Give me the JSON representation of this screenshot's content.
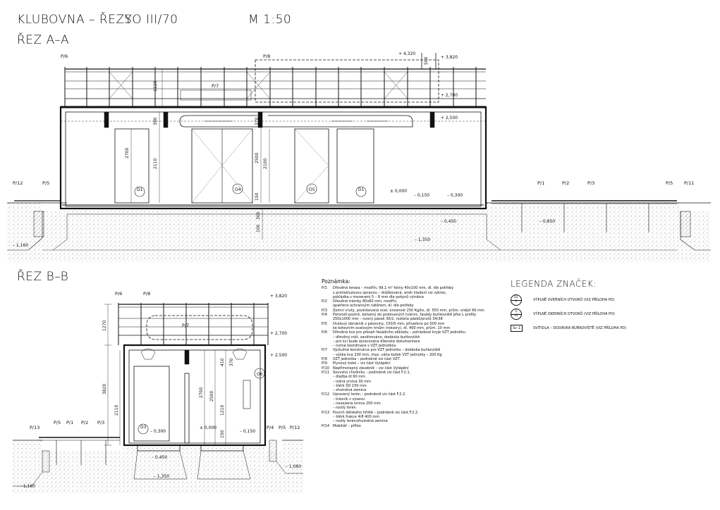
{
  "header": {
    "title": "KLUBOVNA – ŘEZY",
    "so": "SO III/70",
    "scale": "M 1:50"
  },
  "section_aa": {
    "title": "ŘEZ A–A",
    "tags": [
      "P/6",
      "P/8",
      "P/7",
      "P/12",
      "P/5",
      "P/1",
      "P/2",
      "P/3",
      "P/5",
      "P/11"
    ],
    "levels": [
      "+ 4,320",
      "+ 3,820",
      "+ 2,700",
      "+ 2,500",
      "± 0,000",
      "– 0,150",
      "– 0,300",
      "– 0,450",
      "– 0,850",
      "– 1,160",
      "– 1,350"
    ],
    "doors": [
      "D1",
      "O4",
      "O5",
      "D1"
    ],
    "dims": [
      "1120",
      "390",
      "2700",
      "2110",
      "2500",
      "2100",
      "150",
      "300",
      "100",
      "500",
      "370"
    ]
  },
  "section_bb": {
    "title": "ŘEZ B–B",
    "tags": [
      "P/6",
      "P/8",
      "P/7",
      "P/13",
      "P/5",
      "P/1",
      "P/2",
      "P/3",
      "P/4",
      "P/5",
      "P/12"
    ],
    "levels": [
      "+ 3,820",
      "+ 2,700",
      "+ 2,500",
      "± 0,000",
      "– 0,150",
      "– 0,300",
      "– 0,450",
      "– 1,350",
      "– 1,060",
      "– 1,160"
    ],
    "doors": [
      "D3",
      "O6"
    ],
    "dims": [
      "1270",
      "3820",
      "2110",
      "2700",
      "2500",
      "1210",
      "410",
      "370",
      "150"
    ]
  },
  "notes": {
    "heading": "Poznámka:",
    "items": [
      {
        "code": "P/1",
        "lines": [
          "Dřevěná terasa – modřín, 99,1 m² fošny 40x100 mm, dl. dle potřeby",
          "s protiskluzovou úpravou – drážkovaná, směr kladení viz výkres,",
          "pokládka s mezerami 5 – 8 mm dle pokynů výrobce"
        ]
      },
      {
        "code": "P/2",
        "lines": [
          "Dřevěné trámky 80x80 mm, modřín,",
          "opatřeno ochranným nátěrem, dl. dle potřeby"
        ]
      },
      {
        "code": "P/3",
        "lines": [
          "Zemní vruty, pozinkovaná ocel, únosnost 250 Kg/ks, dl. 550 mm, prům. vnější 66 mm"
        ]
      },
      {
        "code": "P/4",
        "lines": [
          "Pororošt pozink, kotvený do prolévaných tvárnic, fasády buňkoviště přes L profily",
          "250x1000 mm – nosný pásek 30/2, rozteče pásků/prutů 34/38"
        ]
      },
      {
        "code": "P/5",
        "lines": [
          "Ocelový obrubník z pásoviny, 150/5 mm, přivařeno po 500 mm",
          "ke kotevním ocelovým trnům (roksory), dl. 400 mm, prům. 10 mm"
        ]
      },
      {
        "code": "P/6",
        "lines": [
          "Dřevěná kce pro přesah fasádního obkladu – pohledové kryje VZT jednotku"
        ],
        "subs": [
          "– dřevěný rošt, zavětrováno, dodávka buňkoviště",
          "– pro kci bude zpracována dílenská dokumentace",
          "– nutná koordinace s VZT jednotkou"
        ]
      },
      {
        "code": "P/7",
        "lines": [
          "Výztužná konstrukce pro VZT jednotku – dodávka buňkoviště"
        ],
        "subs": [
          "– výška kce 200 mm, max. váha kožek VZT jednotky – 200 Kg"
        ]
      },
      {
        "code": "P/8",
        "lines": [
          "VZT jednotka – podrobně viz část VZT"
        ]
      },
      {
        "code": "P/9",
        "lines": [
          "Plynový kotel – viz část Vytápění"
        ]
      },
      {
        "code": "P/10",
        "lines": [
          "Nepřímotopný zásobník – viz část Vytápění"
        ]
      },
      {
        "code": "P/11",
        "lines": [
          "Souvstvi chodníku – podrobně viz část F.2.1."
        ],
        "subs": [
          "– dlažba dl 60 mm",
          "– ložná vrstva 30 mm",
          "– štěrk ŠD 150 mm",
          "– zhutněná zemina"
        ]
      },
      {
        "code": "P/12",
        "lines": [
          "Upravený terén – podrobně viz část F.2.2."
        ],
        "subs": [
          "– trávník z výsevu",
          "– navezená ornice 200 mm",
          "– rostlý terén"
        ]
      },
      {
        "code": "P/13",
        "lines": [
          "Povrch dětského hřiště – podrobně viz část F.2.2."
        ],
        "subs": [
          "– štěrk frakce 4/8 400 mm",
          "– rostlý terén/zhutněná zemina"
        ]
      },
      {
        "code": "P/14",
        "lines": [
          "Mobiliář – přítko"
        ]
      }
    ]
  },
  "legend": {
    "heading": "LEGENDA ZNAČEK:",
    "items": [
      {
        "symbol": "D1",
        "sub": "P",
        "text": "VÝPLNĚ DVEŘNÍCH OTVORŮ (VIZ PŘÍLOHA PD)"
      },
      {
        "symbol": "O",
        "sub": "01",
        "text": "VÝPLNĚ OKENNÍCH OTVORŮ (VIZ PŘÍLOHA PD)"
      },
      {
        "symbol": "Sv 1",
        "sub": "",
        "text": "SVÍTIDLA – DODÁVKA BUŇKOVIŠTĚ (VIZ PŘÍLOHA PD)"
      }
    ]
  }
}
